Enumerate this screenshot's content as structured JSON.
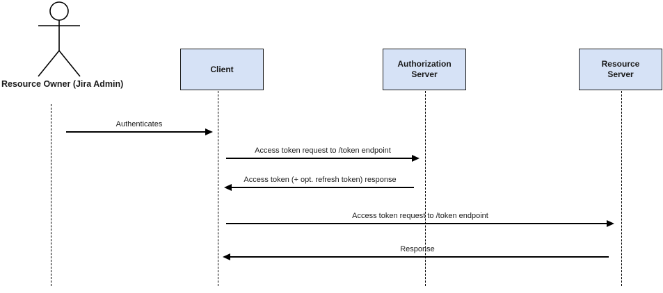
{
  "diagram": {
    "type": "sequence-diagram",
    "actor": {
      "label": "Resource Owner (Jira Admin)"
    },
    "participants": [
      {
        "label": "Client"
      },
      {
        "label": "Authorization Server"
      },
      {
        "label": "Resource Server"
      }
    ],
    "messages": [
      {
        "from": "Resource Owner (Jira Admin)",
        "to": "Client",
        "direction": "right",
        "label": "Authenticates"
      },
      {
        "from": "Client",
        "to": "Authorization Server",
        "direction": "right",
        "label": "Access token request to /token endpoint"
      },
      {
        "from": "Authorization Server",
        "to": "Client",
        "direction": "left",
        "label": "Access token (+ opt. refresh token) response"
      },
      {
        "from": "Client",
        "to": "Resource Server",
        "direction": "right",
        "label": "Access token request to /token endpoint"
      },
      {
        "from": "Resource Server",
        "to": "Client",
        "direction": "left",
        "label": "Response"
      }
    ],
    "colors": {
      "background": "#ffffff",
      "participant_fill": "#d6e2f6",
      "participant_border": "#1a1a1a",
      "line": "#000000",
      "text": "#1a1a1a"
    }
  }
}
